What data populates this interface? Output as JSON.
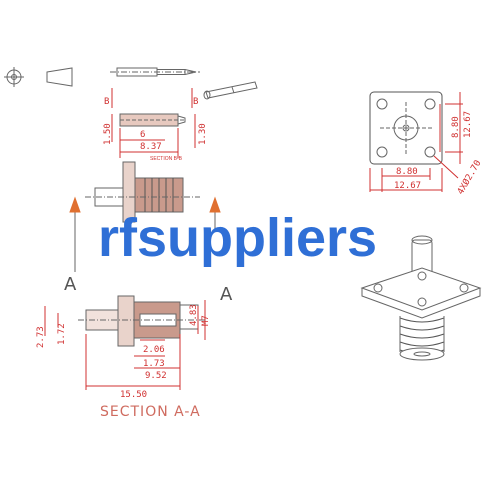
{
  "watermark": "rfsuppliers",
  "section_aa_title": "SECTION  A-A",
  "section_bb_title": "SECTION B-B",
  "cut_markers": {
    "a_left": "A",
    "a_right": "A",
    "b_left": "B",
    "b_right": "B"
  },
  "pin_dims": {
    "length_6": "6",
    "length_837": "8.37",
    "dia_150": "1.50",
    "dia_130": "1.30"
  },
  "flange_dims": {
    "hole_spacing_v": "8.80",
    "hole_spacing_h": "8.80",
    "flange_v": "12.67",
    "flange_h": "12.67",
    "holes": "4XØ2.70"
  },
  "section_dims": {
    "thread": "M7",
    "dia_483": "4.83",
    "dia_273": "2.73",
    "dia_172": "1.72",
    "len_206": "2.06",
    "len_173": "1.73",
    "len_952": "9.52",
    "len_1550": "15.50"
  },
  "colors": {
    "line": "#555555",
    "dimension": "#d03030",
    "fill": "#c99a8c",
    "watermark": "#2f6fd6",
    "arrow": "#e07030"
  }
}
